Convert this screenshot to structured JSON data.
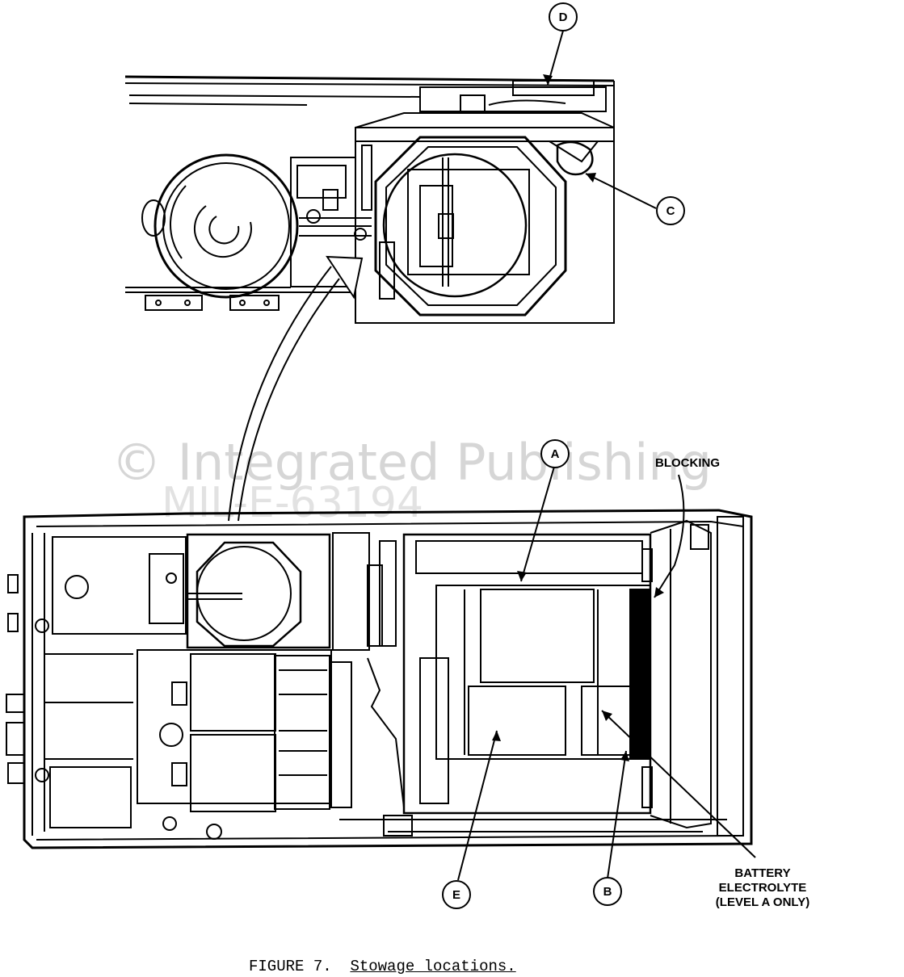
{
  "watermark": {
    "line1": "© Integrated Publishing"
  },
  "callouts": {
    "a": "A",
    "b": "B",
    "c": "C",
    "d": "D",
    "e": "E"
  },
  "notes": {
    "blocking": "BLOCKING",
    "battery_line1": "BATTERY",
    "battery_line2": "ELECTROLYTE",
    "battery_line3": "(LEVEL A ONLY)"
  },
  "caption": {
    "number": "FIGURE 7.",
    "title": "Stowage locations."
  }
}
